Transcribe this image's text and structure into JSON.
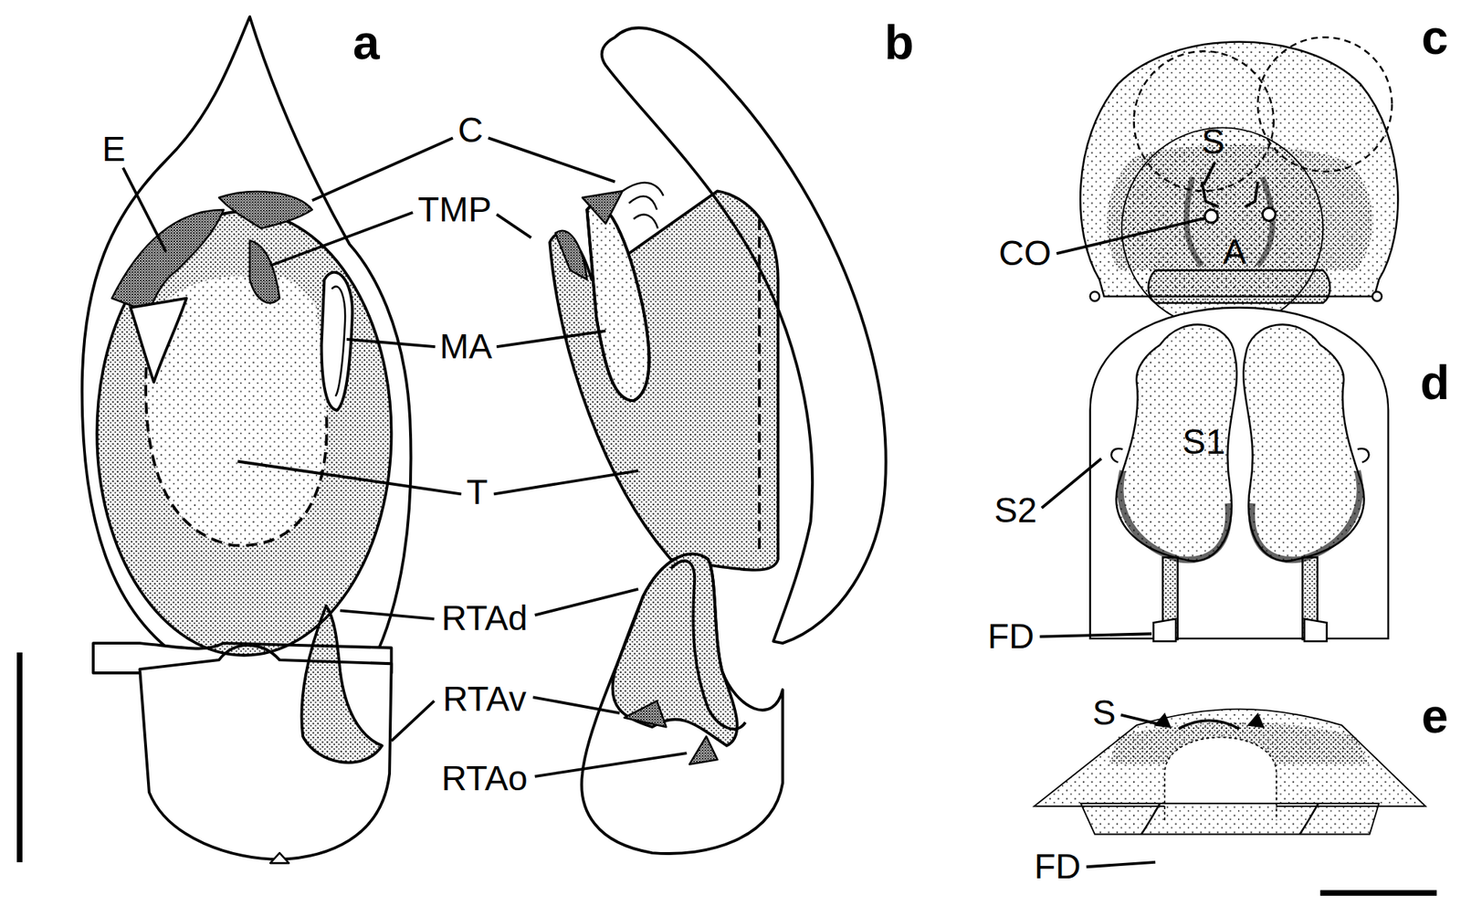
{
  "diagram": {
    "labels": [
      "a",
      "b",
      "c",
      "C",
      "E",
      "S",
      "TMP",
      "CO",
      "A",
      "MA",
      "d",
      "S1",
      "T",
      "S2",
      "RTAd",
      "FD",
      "RTAv",
      "e",
      "S",
      "RTAo",
      "FD"
    ]
  }
}
